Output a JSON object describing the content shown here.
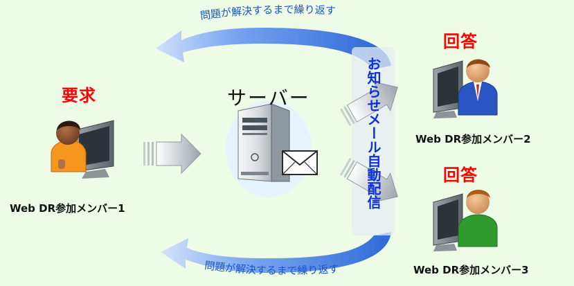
{
  "diagram": {
    "loop_top_text": "問題が解決するまで繰り返す",
    "loop_bottom_text": "問題が解決するまで繰り返す",
    "request_label": "要求",
    "server_label": "サーバー",
    "notification_label": "お知らせメール自動配信",
    "member1": {
      "label": "Web DR参加メンバー1",
      "icon": "user-at-computer-icon"
    },
    "member2": {
      "status": "回答",
      "label": "Web DR参加メンバー2",
      "icon": "user-at-computer-icon"
    },
    "member3": {
      "status": "回答",
      "label": "Web DR参加メンバー3",
      "icon": "user-at-computer-icon"
    },
    "server_icon": "server-tower-icon",
    "mail_icon": "envelope-icon",
    "colors": {
      "background": "#eefbe6",
      "loop_arrow": "#2f6bd8",
      "status_red": "#ff0000",
      "vertical_text": "#0b2fd8"
    }
  }
}
